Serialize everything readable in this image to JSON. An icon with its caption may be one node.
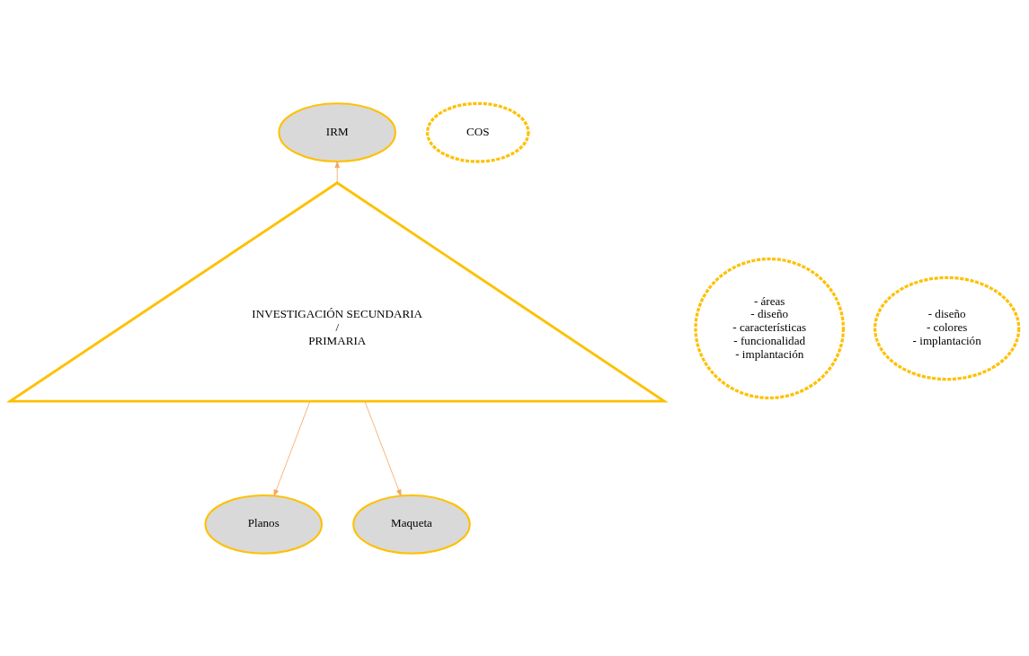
{
  "diagram": {
    "nodes": [
      {
        "text": [
          "IRM"
        ]
      },
      {
        "text": [
          "COS"
        ]
      },
      {
        "text": [
          "- áreas",
          "- diseño",
          "- características",
          "- funcionalidad",
          "- implantación"
        ]
      },
      {
        "text": [
          "INVESTIGACIÓN SECUNDARIA",
          "/",
          "PRIMARIA"
        ]
      },
      {
        "text": [
          "Planos"
        ]
      },
      {
        "text": [
          "- diseño",
          "- colores",
          "- implantación"
        ]
      },
      {
        "text": [
          "Maqueta"
        ]
      }
    ],
    "edges": [
      {
        "from": 3,
        "to": 0,
        "arrow": "to"
      },
      {
        "from": 3,
        "to": 4,
        "arrow": "to"
      },
      {
        "from": 3,
        "to": 6,
        "arrow": "to"
      }
    ]
  }
}
